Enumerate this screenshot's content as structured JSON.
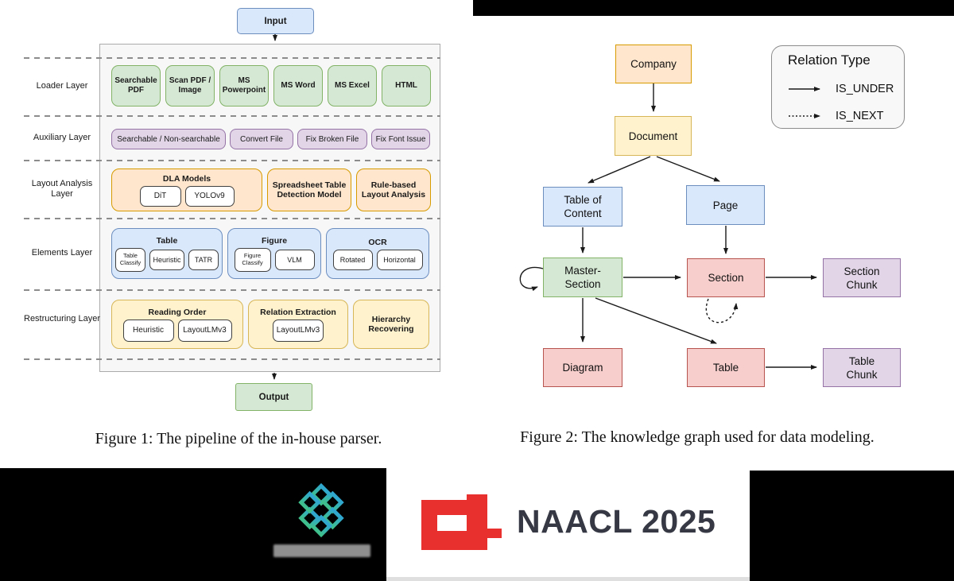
{
  "palette": {
    "green": {
      "fill": "#D5E8D4",
      "stroke": "#82B366"
    },
    "purple": {
      "fill": "#E1D5E7",
      "stroke": "#9673A6"
    },
    "orange": {
      "fill": "#FFE6CC",
      "stroke": "#D79B00"
    },
    "blue": {
      "fill": "#DAE8FC",
      "stroke": "#6C8EBF"
    },
    "yellow": {
      "fill": "#FFF2CC",
      "stroke": "#D6B656"
    },
    "red": {
      "fill": "#F8CECC",
      "stroke": "#B85450"
    },
    "arrow": "#1a1a1a",
    "naacl_red": "#E8312F",
    "naacl_text": "#363943"
  },
  "figure1": {
    "input_label": "Input",
    "output_label": "Output",
    "caption": "Figure 1: The pipeline of the in-house parser.",
    "layers": [
      {
        "name": "Loader Layer",
        "items": [
          {
            "label": "Searchable PDF"
          },
          {
            "label": "Scan PDF / Image"
          },
          {
            "label": "MS Powerpoint"
          },
          {
            "label": "MS Word"
          },
          {
            "label": "MS Excel"
          },
          {
            "label": "HTML"
          }
        ]
      },
      {
        "name": "Auxiliary Layer",
        "items": [
          {
            "label": "Searchable / Non-searchable"
          },
          {
            "label": "Convert File"
          },
          {
            "label": "Fix Broken File"
          },
          {
            "label": "Fix Font Issue"
          }
        ]
      },
      {
        "name": "Layout Analysis Layer",
        "items": [
          {
            "label": "DLA Models",
            "children": [
              "DiT",
              "YOLOv9"
            ]
          },
          {
            "label": "Spreadsheet Table Detection Model"
          },
          {
            "label": "Rule-based Layout Analysis"
          }
        ]
      },
      {
        "name": "Elements Layer",
        "items": [
          {
            "label": "Table",
            "children": [
              "Table Classify",
              "Heuristic",
              "TATR"
            ]
          },
          {
            "label": "Figure",
            "children": [
              "Figure Classify",
              "VLM"
            ]
          },
          {
            "label": "OCR",
            "children": [
              "Rotated",
              "Horizontal"
            ]
          }
        ]
      },
      {
        "name": "Restructuring Layer",
        "items": [
          {
            "label": "Reading Order",
            "children": [
              "Heuristic",
              "LayoutLMv3"
            ]
          },
          {
            "label": "Relation Extraction",
            "children": [
              "LayoutLMv3"
            ]
          },
          {
            "label": "Hierarchy Recovering"
          }
        ]
      }
    ]
  },
  "figure2": {
    "caption": "Figure 2: The knowledge graph used for data modeling.",
    "legend": {
      "title": "Relation Type",
      "items": [
        {
          "style": "solid",
          "label": "IS_UNDER"
        },
        {
          "style": "dashed",
          "label": "IS_NEXT"
        }
      ]
    },
    "nodes": [
      {
        "id": "company",
        "label": "Company",
        "color": "orange"
      },
      {
        "id": "document",
        "label": "Document",
        "color": "yellow"
      },
      {
        "id": "toc",
        "label": "Table of Content",
        "color": "blue"
      },
      {
        "id": "page",
        "label": "Page",
        "color": "blue"
      },
      {
        "id": "master_section",
        "label": "Master-Section",
        "color": "green"
      },
      {
        "id": "section",
        "label": "Section",
        "color": "red"
      },
      {
        "id": "section_chunk",
        "label": "Section Chunk",
        "color": "purple"
      },
      {
        "id": "diagram",
        "label": "Diagram",
        "color": "red"
      },
      {
        "id": "table",
        "label": "Table",
        "color": "red"
      },
      {
        "id": "table_chunk",
        "label": "Table Chunk",
        "color": "purple"
      }
    ],
    "edges": [
      {
        "from": "company",
        "to": "document",
        "relation": "IS_UNDER"
      },
      {
        "from": "document",
        "to": "toc",
        "relation": "IS_UNDER"
      },
      {
        "from": "document",
        "to": "page",
        "relation": "IS_UNDER"
      },
      {
        "from": "toc",
        "to": "master_section",
        "relation": "IS_UNDER"
      },
      {
        "from": "page",
        "to": "section",
        "relation": "IS_UNDER"
      },
      {
        "from": "master_section",
        "to": "master_section",
        "relation": "IS_UNDER"
      },
      {
        "from": "master_section",
        "to": "section",
        "relation": "IS_UNDER"
      },
      {
        "from": "section",
        "to": "section_chunk",
        "relation": "IS_UNDER"
      },
      {
        "from": "section",
        "to": "section",
        "relation": "IS_NEXT"
      },
      {
        "from": "master_section",
        "to": "diagram",
        "relation": "IS_UNDER"
      },
      {
        "from": "master_section",
        "to": "table",
        "relation": "IS_UNDER"
      },
      {
        "from": "table",
        "to": "table_chunk",
        "relation": "IS_UNDER"
      }
    ]
  },
  "footer": {
    "conference": "NAACL 2025"
  }
}
